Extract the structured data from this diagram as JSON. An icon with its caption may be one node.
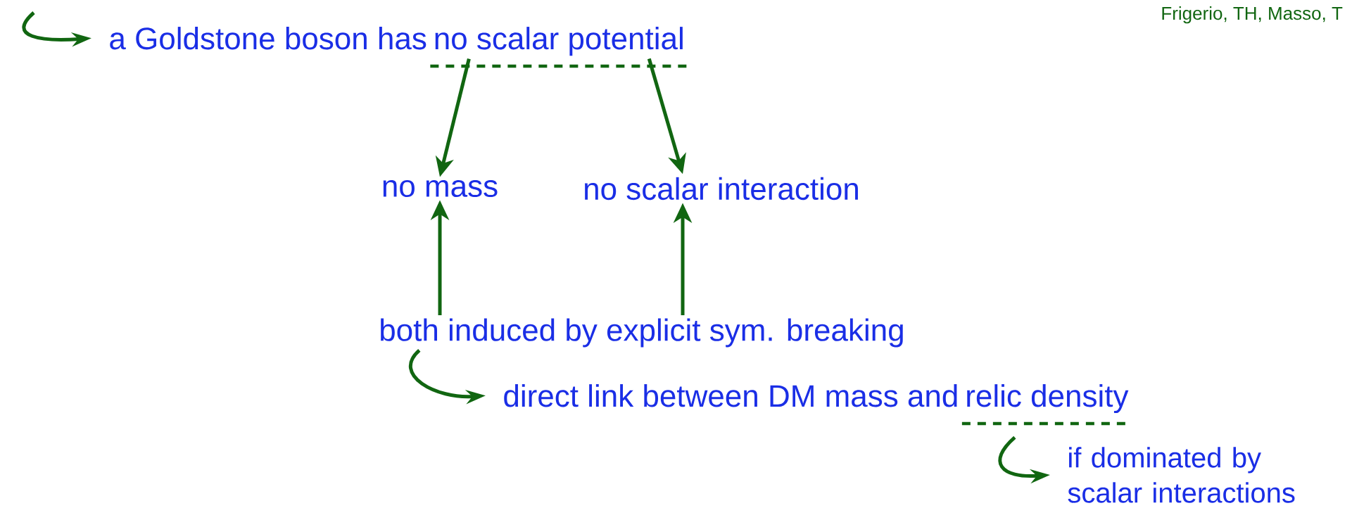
{
  "diagram": {
    "nodes": [
      {
        "text": [
          "a Goldstone boson has"
        ]
      },
      {
        "text": [
          "no scalar potential"
        ]
      },
      {
        "text": [
          "no mass"
        ]
      },
      {
        "text": [
          "no scalar interaction"
        ]
      },
      {
        "text": [
          "both induced by explicit sym. breaking"
        ]
      },
      {
        "text": [
          "direct link between DM mass and"
        ]
      },
      {
        "text": [
          "relic density"
        ]
      },
      {
        "text": [
          "if dominated by scalar interactions"
        ]
      }
    ],
    "edges": [
      {
        "from": null,
        "to": 0,
        "arrow": "to"
      },
      {
        "from": 1,
        "to": 2,
        "arrow": "to"
      },
      {
        "from": 1,
        "to": 3,
        "arrow": "to"
      },
      {
        "from": 4,
        "to": 2,
        "arrow": "to"
      },
      {
        "from": 4,
        "to": 3,
        "arrow": "to"
      },
      {
        "from": 4,
        "to": 5,
        "arrow": "to"
      },
      {
        "from": 6,
        "to": 7,
        "arrow": "to"
      }
    ],
    "labels": [
      "Frigerio, TH, Masso, T"
    ]
  }
}
